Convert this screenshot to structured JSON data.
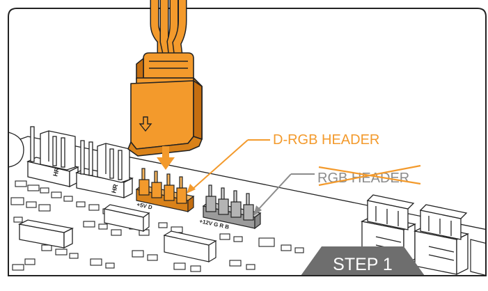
{
  "labels": {
    "drgb_header": "D-RGB HEADER",
    "rgb_header": "RGB HEADER",
    "step": "STEP 1",
    "hr_left": "HR",
    "hr_right": "HR",
    "pin_left": "+5V D",
    "pin_right": "+12V G R B"
  },
  "colors": {
    "accent": "#F39A2C",
    "accent_dark": "#C56E10",
    "gray_header": "#B4B4B4",
    "label_gray": "#8C8C8C",
    "step_panel": "#6E6E6E",
    "outline": "#222222"
  },
  "icons": {
    "plug_arrow": "down-arrow-outline-icon",
    "insert_arrow": "down-arrow-solid-icon"
  }
}
